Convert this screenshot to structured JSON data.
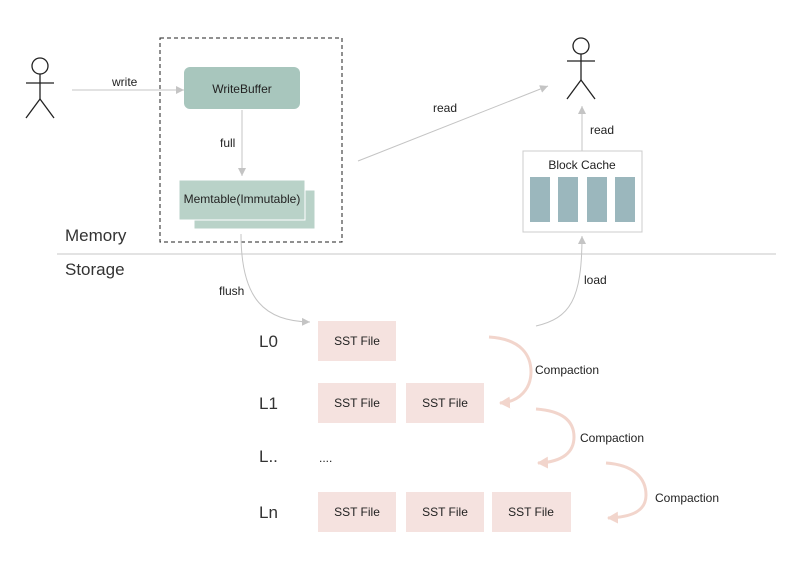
{
  "labels": {
    "write": "write",
    "full": "full",
    "flush": "flush",
    "read_top": "read",
    "read_side": "read",
    "load": "load",
    "memory": "Memory",
    "storage": "Storage",
    "write_buffer": "WriteBuffer",
    "memtable": "Memtable(Immutable)",
    "block_cache": "Block Cache"
  },
  "levels": {
    "l0": "L0",
    "l1": "L1",
    "lx": "L..",
    "ln": "Ln",
    "ellipsis": "...."
  },
  "sst_label": "SST File",
  "compaction_label": "Compaction",
  "colors": {
    "write_buffer_fill": "#a8c6bd",
    "memtable_fill": "#b9d2c8",
    "sst_fill": "#f5e2df",
    "cache_block_fill": "#9bb7bd",
    "compaction_arrow": "#f2d5cc",
    "line": "#c7c7c7"
  }
}
